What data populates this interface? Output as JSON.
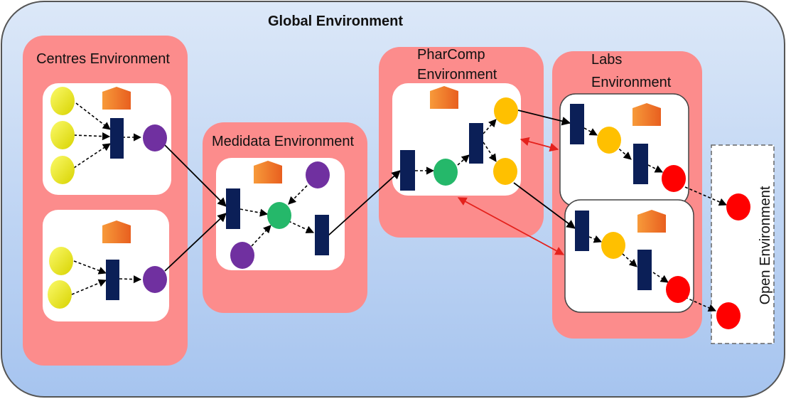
{
  "diagram": {
    "global_title": "Global Environment",
    "centres_label": "Centres Environment",
    "medidata_label": "Medidata Environment",
    "pharcomp_label_line1": "PharComp",
    "pharcomp_label_line2": "Environment",
    "labs_label_line1": "Labs",
    "labs_label_line2": "Environment",
    "open_label": "Open Environment"
  },
  "colors": {
    "global_top": "#dce8f8",
    "global_bottom": "#a6c4ef",
    "environment_fill": "#fc8c8c",
    "artifact_fill": "#0b1f57",
    "agent_yellow": "#f3ef1f",
    "agent_purple": "#7030a0",
    "agent_green": "#25b86a",
    "agent_orange": "#ffc000",
    "agent_red": "#ff0000",
    "workspace_icon": "#f07a2a",
    "red_link": "#e4211c"
  }
}
